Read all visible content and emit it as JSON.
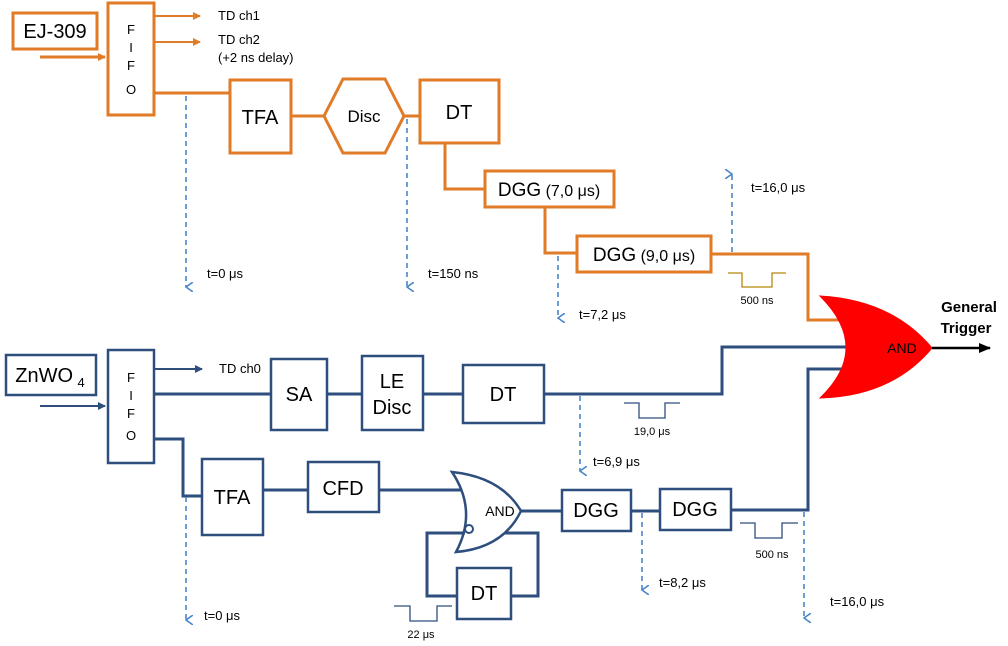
{
  "colors": {
    "ej309_chain": "#e07b27",
    "znwo4_chain": "#2e4e7e",
    "timing_marker": "#4a86c8",
    "and_gate_fill": "#ff0000"
  },
  "ej309": {
    "source_label": "EJ-309",
    "fifo_letters": [
      "F",
      "I",
      "F",
      "O"
    ],
    "td_ch1": "TD ch1",
    "td_ch2": "TD ch2",
    "td_ch2_note": "(+2 ns delay)",
    "tfa": "TFA",
    "disc": "Disc",
    "dt": "DT",
    "dgg1_main": "DGG",
    "dgg1_param": "(7,0 μs)",
    "dgg2_main": "DGG",
    "dgg2_param": "(9,0 μs)",
    "t_fifo": "t=0 μs",
    "t_disc": "t=150 ns",
    "t_dgg1": "t=7,2 μs",
    "t_dgg2": "t=16,0 μs",
    "pulse_label": "500 ns"
  },
  "znwo4": {
    "source_label_main": "ZnWO",
    "source_label_sub": "4",
    "fifo_letters": [
      "F",
      "I",
      "F",
      "O"
    ],
    "td_ch0": "TD ch0",
    "sa": "SA",
    "le_disc_line1": "LE",
    "le_disc_line2": "Disc",
    "dt_top": "DT",
    "pulse_dt_label": "19,0 μs",
    "t_dt": "t=6,9 μs",
    "tfa": "TFA",
    "cfd": "CFD",
    "and_gate": "AND",
    "dt_veto": "DT",
    "pulse_veto_label": "22 μs",
    "dgg1": "DGG",
    "dgg2": "DGG",
    "pulse_dgg_label": "500 ns",
    "t_fifo": "t=0 μs",
    "t_dgg1": "t=8,2 μs",
    "t_dgg2": "t=16,0 μs"
  },
  "final_gate": {
    "label": "AND",
    "output_line1": "General",
    "output_line2": "Trigger"
  }
}
